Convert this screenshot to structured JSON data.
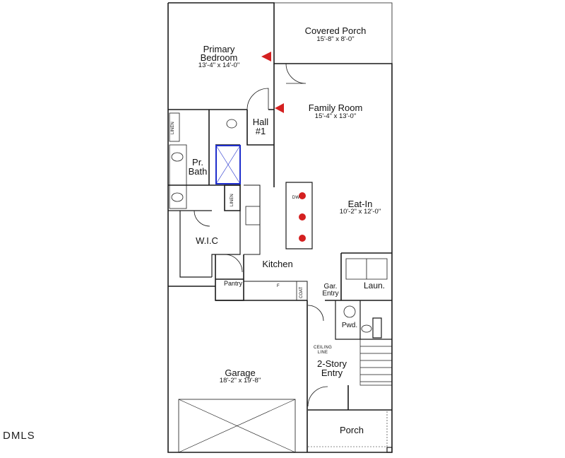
{
  "rooms": {
    "covered_porch": {
      "name": "Covered Porch",
      "dims": "15'-8\" x 8'-0\""
    },
    "primary_bedroom": {
      "name_line1": "Primary",
      "name_line2": "Bedroom",
      "dims": "13'-4\" x 14'-0\""
    },
    "family_room": {
      "name": "Family Room",
      "dims": "15'-4\" x 13'-0\""
    },
    "hall": {
      "line1": "Hall",
      "line2": "#1"
    },
    "pr_bath": {
      "line1": "Pr.",
      "line2": "Bath"
    },
    "eat_in": {
      "name": "Eat-In",
      "dims": "10'-2\" x 12'-0\""
    },
    "wic": {
      "name": "W.I.C"
    },
    "kitchen": {
      "name": "Kitchen"
    },
    "pantry": {
      "name": "Pantry"
    },
    "gar_entry": {
      "line1": "Gar.",
      "line2": "Entry"
    },
    "laundry": {
      "name": "Laun."
    },
    "powder": {
      "name": "Pwd."
    },
    "garage": {
      "name": "Garage",
      "dims": "18'-2\" x 19'-8\""
    },
    "entry": {
      "line1": "2-Story",
      "line2": "Entry"
    },
    "porch": {
      "name": "Porch"
    }
  },
  "small_labels": {
    "linen_bath": "LINEN",
    "linen_kitchen": "LINEN",
    "coat": "COAT",
    "dw": "DW",
    "fridge": "F",
    "ceiling_line1": "CEILING",
    "ceiling_line2": "LINE"
  },
  "watermark": "DMLS",
  "colors": {
    "wall": "#1a1a1a",
    "accent_blue": "#1f2ecc",
    "marker_red": "#d42020"
  }
}
